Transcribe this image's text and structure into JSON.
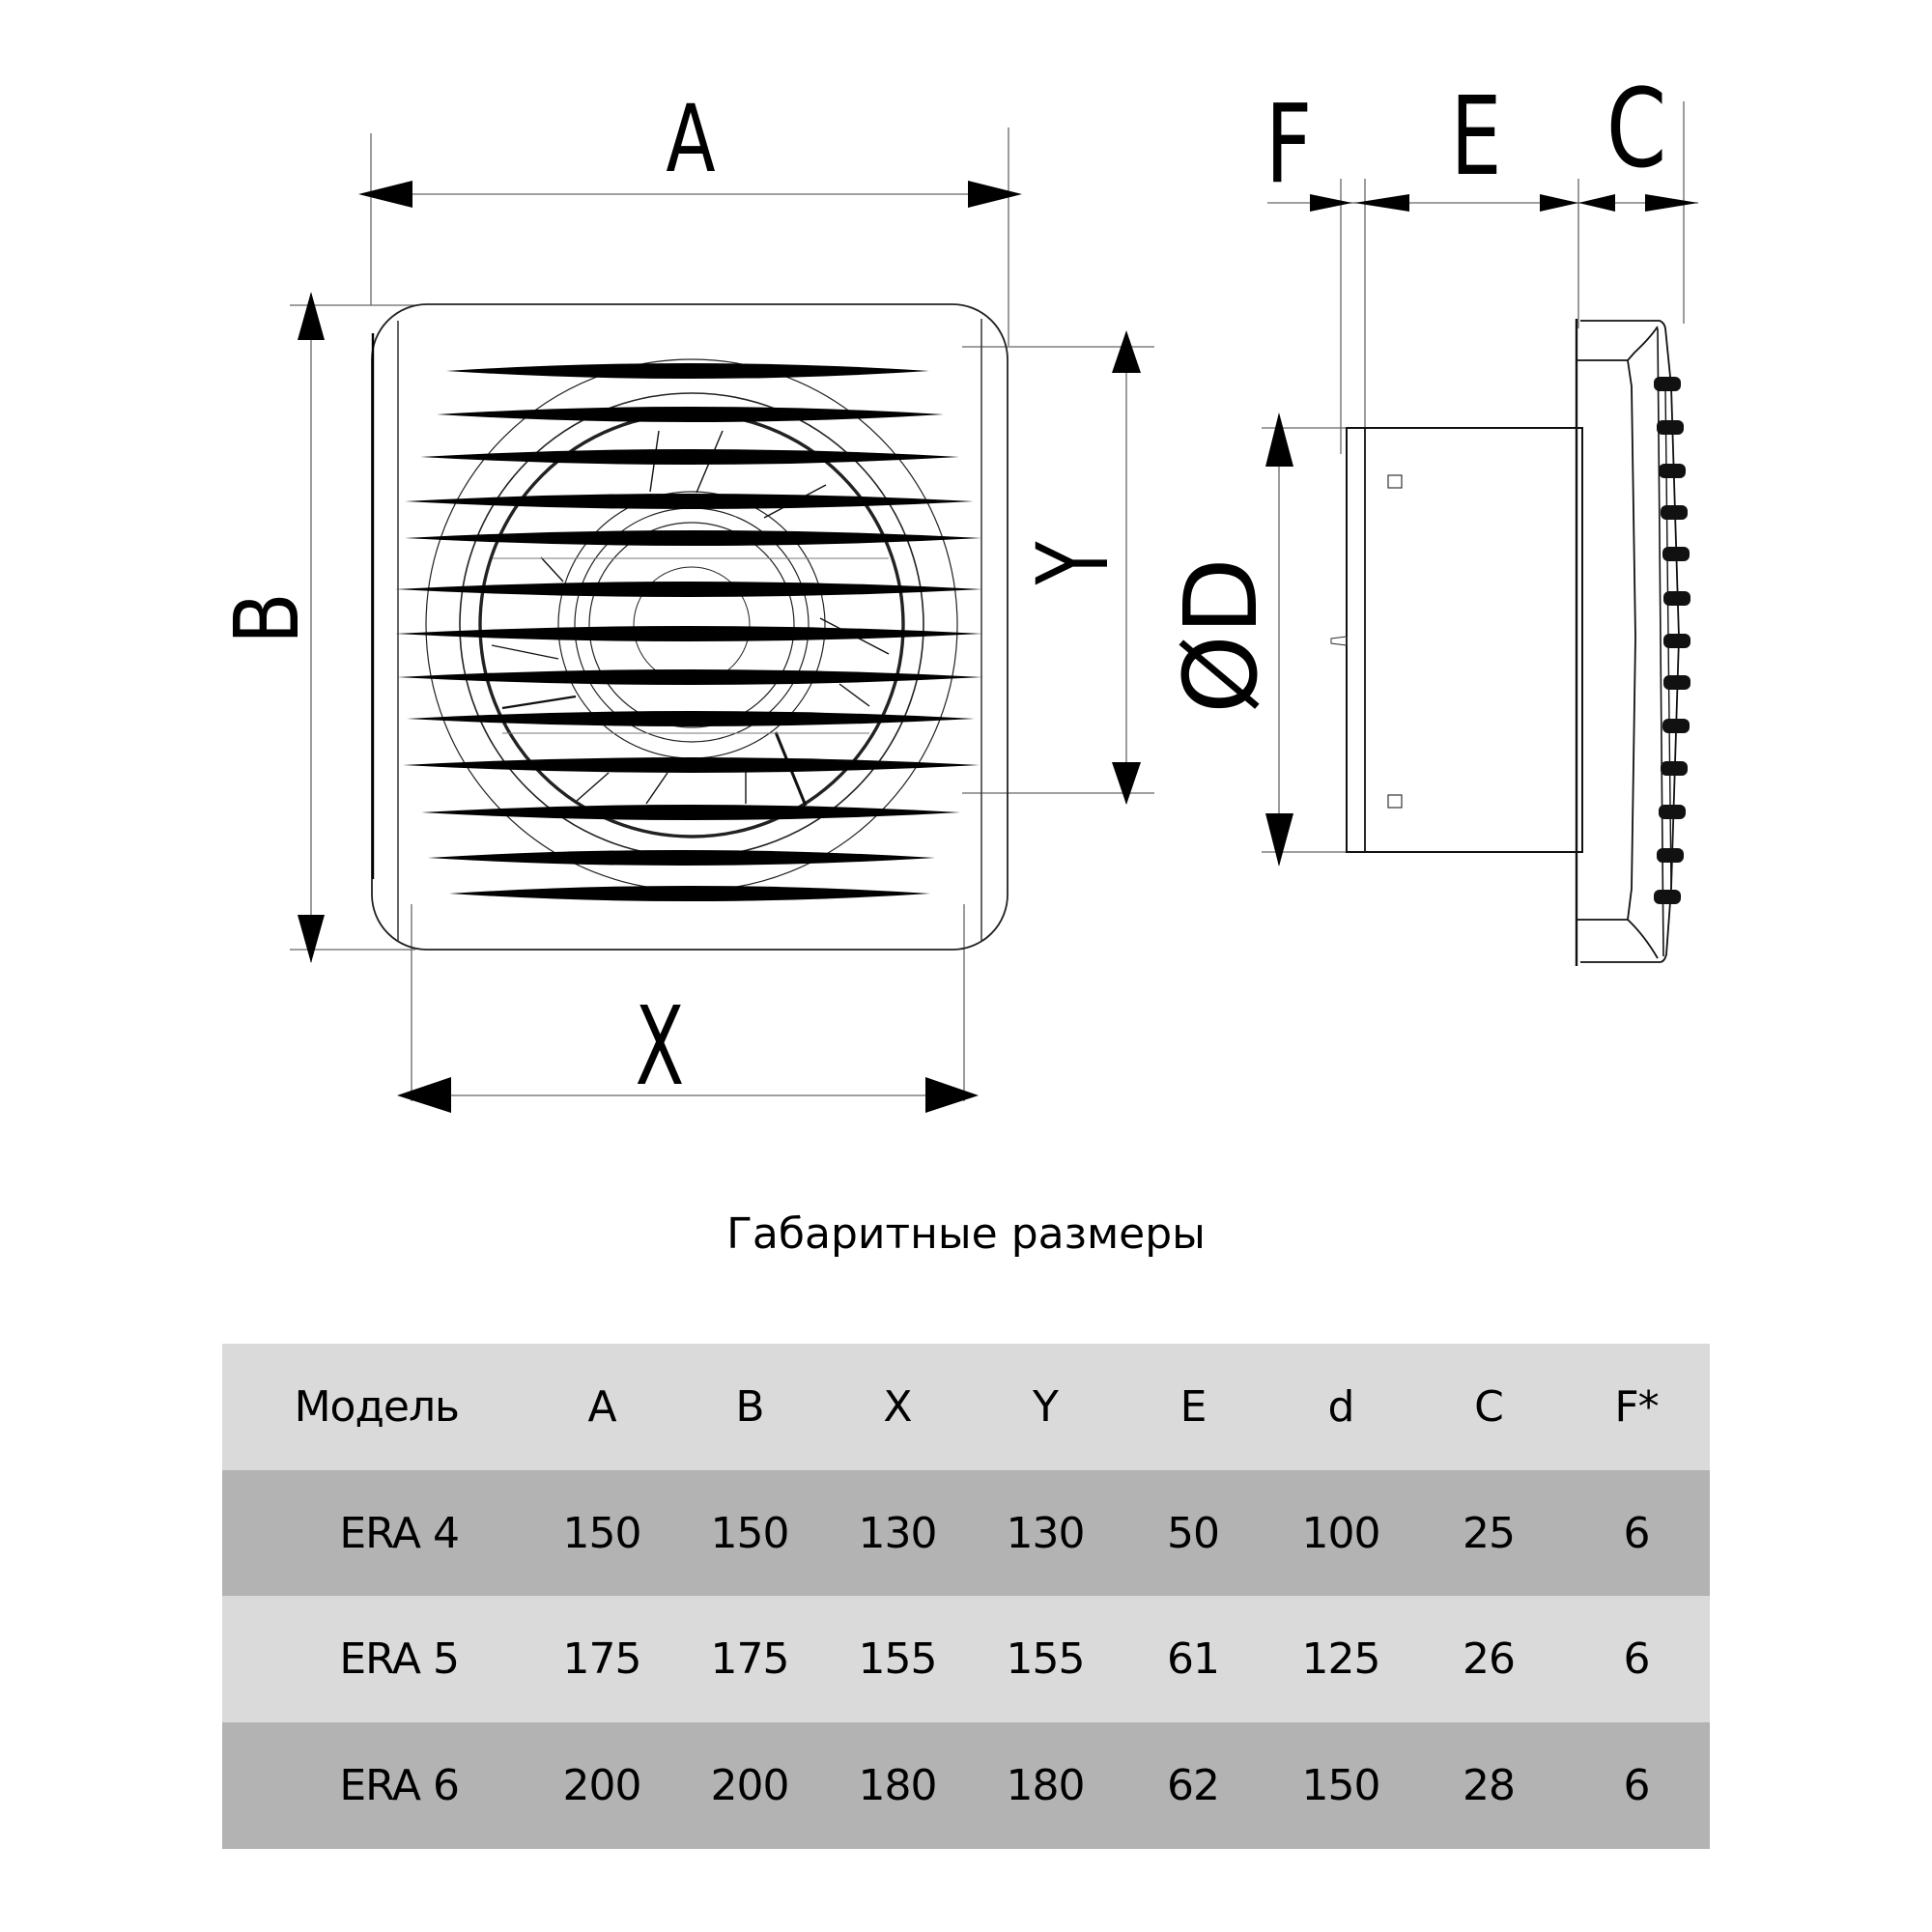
{
  "drawing": {
    "front_view_labels": {
      "width_overall": "A",
      "height_overall": "B",
      "width_mount": "X",
      "height_mount": "Y"
    },
    "side_view_labels": {
      "flange": "F",
      "duct_length": "E",
      "grille_depth": "C",
      "duct_diameter": "ØD"
    },
    "front_grille_blade_count": 13,
    "side_grille_slat_count": 13
  },
  "title": "Габаритные размеры",
  "table": {
    "headers": [
      "Модель",
      "A",
      "B",
      "X",
      "Y",
      "E",
      "d",
      "C",
      "F*"
    ],
    "rows": [
      [
        "ERA 4",
        "150",
        "150",
        "130",
        "130",
        "50",
        "100",
        "25",
        "6"
      ],
      [
        "ERA 5",
        "175",
        "175",
        "155",
        "155",
        "61",
        "125",
        "26",
        "6"
      ],
      [
        "ERA 6",
        "200",
        "200",
        "180",
        "180",
        "62",
        "150",
        "28",
        "6"
      ]
    ],
    "colors": {
      "header_bg": "#dadada",
      "dark_row_bg": "#b3b3b3",
      "light_row_bg": "#dadada"
    }
  }
}
